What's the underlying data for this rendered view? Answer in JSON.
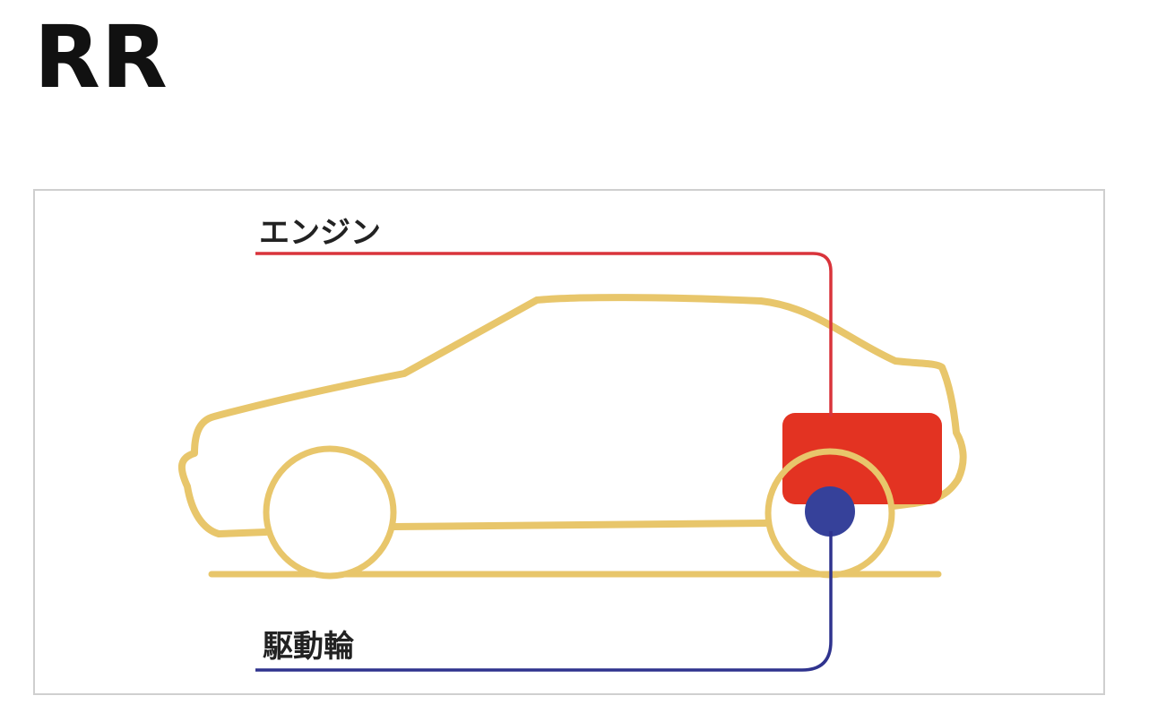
{
  "title": "RR",
  "labels": {
    "engine": "エンジン",
    "drive_wheel": "駆動輪"
  },
  "colors": {
    "car_outline": "#E8C66B",
    "engine": "#E33322",
    "engine_line": "#D9343B",
    "drive_wheel": "#36419A",
    "drive_wheel_line": "#2F338E",
    "frame_border": "#CFCFCF"
  }
}
